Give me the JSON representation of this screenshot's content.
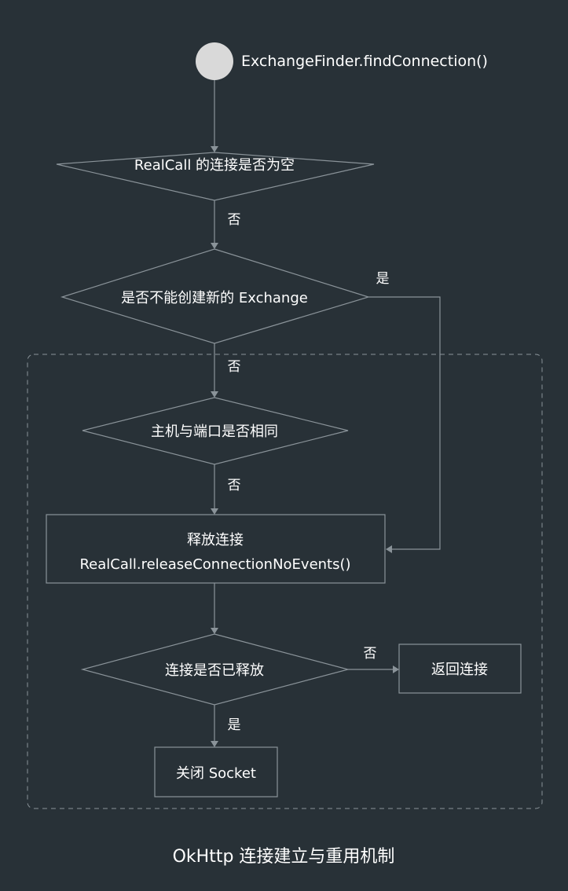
{
  "diagram": {
    "start_label": "ExchangeFinder.findConnection()",
    "decision_realcall_empty": "RealCall 的连接是否为空",
    "decision_cannot_create": "是否不能创建新的 Exchange",
    "decision_host_port": "主机与端口是否相同",
    "process_release_line1": "释放连接",
    "process_release_line2": "RealCall.releaseConnectionNoEvents()",
    "decision_released": "连接是否已释放",
    "process_return": "返回连接",
    "process_close": "关闭 Socket",
    "edge_no_1": "否",
    "edge_yes_1": "是",
    "edge_no_2": "否",
    "edge_no_3": "否",
    "edge_no_4": "否",
    "edge_yes_2": "是",
    "caption": "OkHttp 连接建立与重用机制"
  },
  "colors": {
    "background": "#283137",
    "line": "#8a9399",
    "start_fill": "#d9d9d9",
    "text": "#ffffff"
  }
}
